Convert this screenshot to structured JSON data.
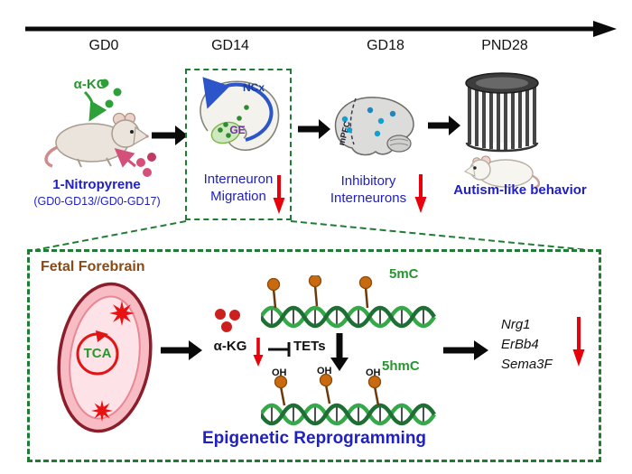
{
  "colors": {
    "blue": "#2020c4",
    "green": "#27962f",
    "darkgreen": "#1e7d32",
    "red": "#e8000b",
    "brown": "#8a4a16",
    "orange": "#c96a11",
    "purple": "#7030a0",
    "navy": "#1b3f9e"
  },
  "timeline": {
    "labels": [
      "GD0",
      "GD14",
      "GD18",
      "PND28"
    ]
  },
  "exposure": {
    "akg": "α-KG",
    "name": "1-Nitropyrene",
    "schedule": "(GD0-GD13//GD0-GD17)"
  },
  "gd14": {
    "ncx": "NCx",
    "ge": "GE",
    "caption1": "Interneuron",
    "caption2": "Migration"
  },
  "gd18": {
    "mpfc": "mPFC",
    "caption1": "Inhibitory",
    "caption2": "Interneurons"
  },
  "pnd28": {
    "caption": "Autism-like behavior"
  },
  "mechanism": {
    "region": "Fetal Forebrain",
    "tca": "TCA",
    "akg": "α-KG",
    "tets": "TETs",
    "mc": "5mC",
    "hmc": "5hmC",
    "oh": [
      "OH",
      "OH",
      "OH"
    ],
    "genes": [
      "Nrg1",
      "ErBb4",
      "Sema3F"
    ],
    "footer": "Epigenetic Reprogramming"
  }
}
